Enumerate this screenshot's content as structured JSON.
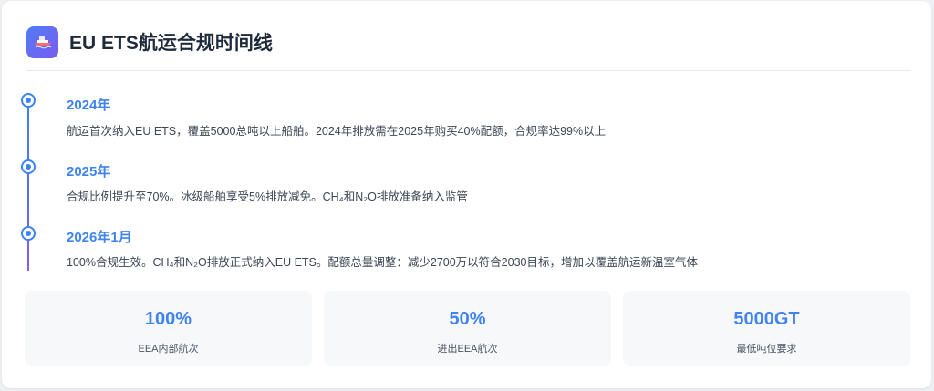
{
  "header": {
    "title": "EU ETS航运合规时间线",
    "icon": "ship-icon"
  },
  "timeline": [
    {
      "year": "2024年",
      "description": "航运首次纳入EU ETS，覆盖5000总吨以上船舶。2024年排放需在2025年购买40%配额，合规率达99%以上"
    },
    {
      "year": "2025年",
      "description": "合规比例提升至70%。冰级船舶享受5%排放减免。CH₄和N₂O排放准备纳入监管"
    },
    {
      "year": "2026年1月",
      "description": "100%合规生效。CH₄和N₂O排放正式纳入EU ETS。配额总量调整：减少2700万以符合2030目标，增加以覆盖航运新温室气体"
    }
  ],
  "stats": [
    {
      "value": "100%",
      "label": "EEA内部航次"
    },
    {
      "value": "50%",
      "label": "进出EEA航次"
    },
    {
      "value": "5000GT",
      "label": "最低吨位要求"
    }
  ],
  "colors": {
    "accent": "#3f83f0",
    "logo_gradient_start": "#4f7cf5",
    "logo_gradient_end": "#7a5cf0",
    "timeline_end": "#8b5cf6"
  }
}
